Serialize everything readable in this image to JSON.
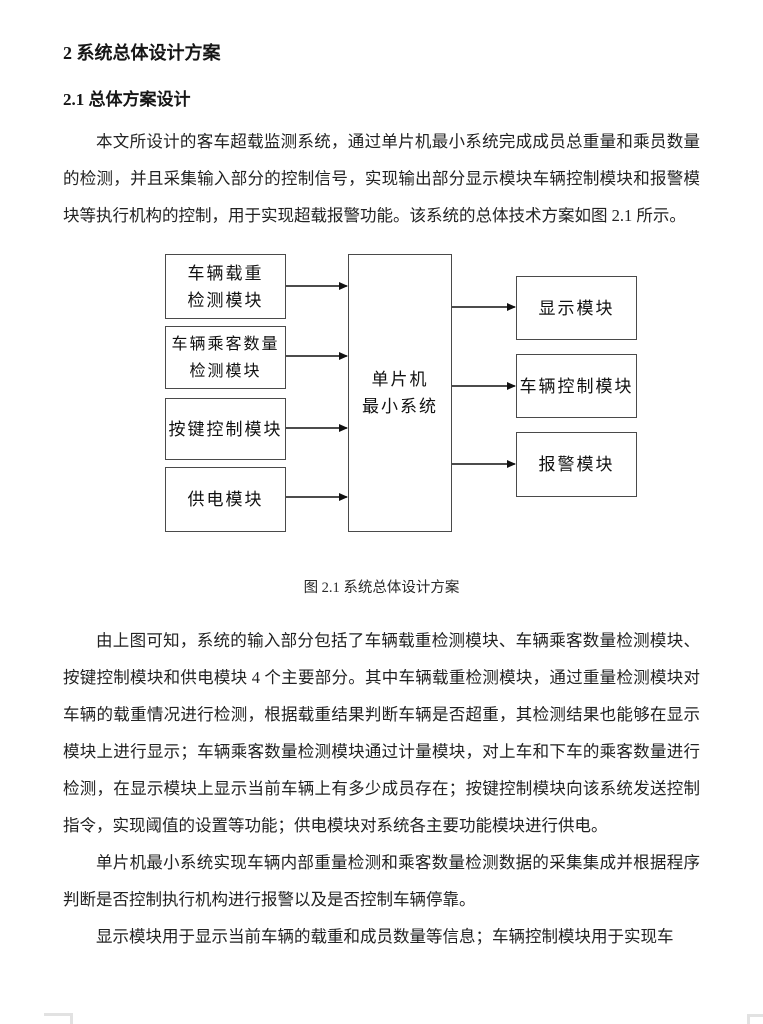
{
  "document": {
    "chapter_heading": "2 系统总体设计方案",
    "section_heading": "2.1 总体方案设计",
    "paragraph_intro": "本文所设计的客车超载监测系统，通过单片机最小系统完成成员总重量和乘员数量的检测，并且采集输入部分的控制信号，实现输出部分显示模块车辆控制模块和报警模块等执行机构的控制，用于实现超载报警功能。该系统的总体技术方案如图 2.1 所示。",
    "figure_caption": "图 2.1  系统总体设计方案",
    "paragraph_overview": "由上图可知，系统的输入部分包括了车辆载重检测模块、车辆乘客数量检测模块、按键控制模块和供电模块 4 个主要部分。其中车辆载重检测模块，通过重量检测模块对车辆的载重情况进行检测，根据载重结果判断车辆是否超重，其检测结果也能够在显示模块上进行显示；车辆乘客数量检测模块通过计量模块，对上车和下车的乘客数量进行检测，在显示模块上显示当前车辆上有多少成员存在；按键控制模块向该系统发送控制指令，实现阈值的设置等功能；供电模块对系统各主要功能模块进行供电。",
    "paragraph_mcu": "单片机最小系统实现车辆内部重量检测和乘客数量检测数据的采集集成并根据程序判断是否控制执行机构进行报警以及是否控制车辆停靠。",
    "paragraph_modules": "显示模块用于显示当前车辆的载重和成员数量等信息；车辆控制模块用于实现车"
  },
  "diagram": {
    "input_modules": [
      {
        "label": "车辆载重\n检测模块"
      },
      {
        "label": "车辆乘客数量\n检测模块"
      },
      {
        "label": "按键控制模块"
      },
      {
        "label": "供电模块"
      }
    ],
    "center_module": {
      "label": "单片机\n最小系统"
    },
    "output_modules": [
      {
        "label": "显示模块"
      },
      {
        "label": "车辆控制模块"
      },
      {
        "label": "报警模块"
      }
    ],
    "colors": {
      "box_border": "#4a4a4a",
      "arrow": "#111111"
    }
  }
}
